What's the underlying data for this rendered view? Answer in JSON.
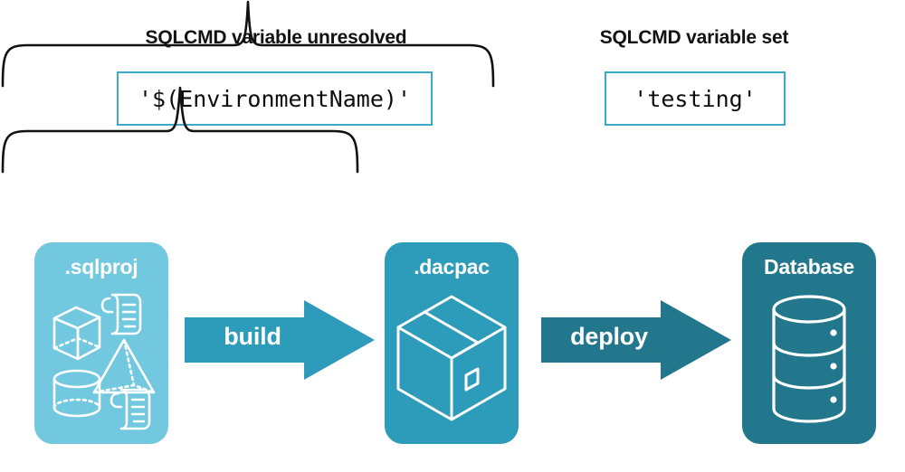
{
  "diagram": {
    "title": "SQLCMD variable resolution during build and deploy",
    "background": "#ffffff",
    "colors": {
      "light_blue": "#72c8de",
      "medium_blue": "#2d9bba",
      "dark_teal": "#22778c",
      "code_border": "#3ba9c9",
      "brace_stroke": "#111111",
      "text_dark": "#121212",
      "text_white": "#ffffff"
    }
  },
  "sections": [
    {
      "id": "unresolved",
      "title": "SQLCMD variable unresolved",
      "code_value": "'$(EnvironmentName)'",
      "brace": "left-brace"
    },
    {
      "id": "set",
      "title": "SQLCMD variable set",
      "code_value": "'testing'",
      "brace": "right-brace"
    }
  ],
  "stages": [
    {
      "id": "sqlproj",
      "label": ".sqlproj",
      "color": "#72c8de",
      "icons": [
        "cube-icon",
        "scroll-icon",
        "pyramid-icon",
        "cylinder-icon",
        "scroll-icon"
      ]
    },
    {
      "id": "dacpac",
      "label": ".dacpac",
      "color": "#2d9bba",
      "icons": [
        "package-box-icon"
      ]
    },
    {
      "id": "database",
      "label": "Database",
      "color": "#22778c",
      "icons": [
        "database-cylinder-icon"
      ]
    }
  ],
  "arrows": [
    {
      "id": "build",
      "label": "build",
      "color": "#2d9bba",
      "from": "sqlproj",
      "to": "dacpac"
    },
    {
      "id": "deploy",
      "label": "deploy",
      "color": "#22778c",
      "from": "dacpac",
      "to": "database"
    }
  ]
}
